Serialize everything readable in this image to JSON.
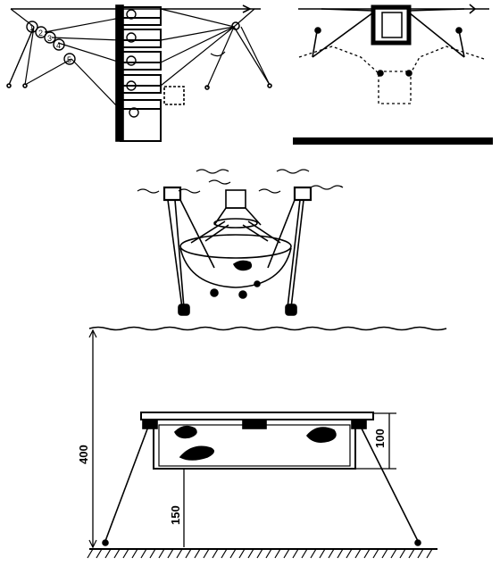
{
  "panels": {
    "top_left": {
      "markers": [
        "1",
        "2",
        "3",
        "4",
        "5"
      ]
    },
    "top_right": {},
    "middle": {},
    "bottom": {
      "dim_total": "400",
      "dim_clearance": "150",
      "dim_height": "100"
    }
  },
  "colors": {
    "ink": "#000000",
    "paper": "#ffffff"
  }
}
